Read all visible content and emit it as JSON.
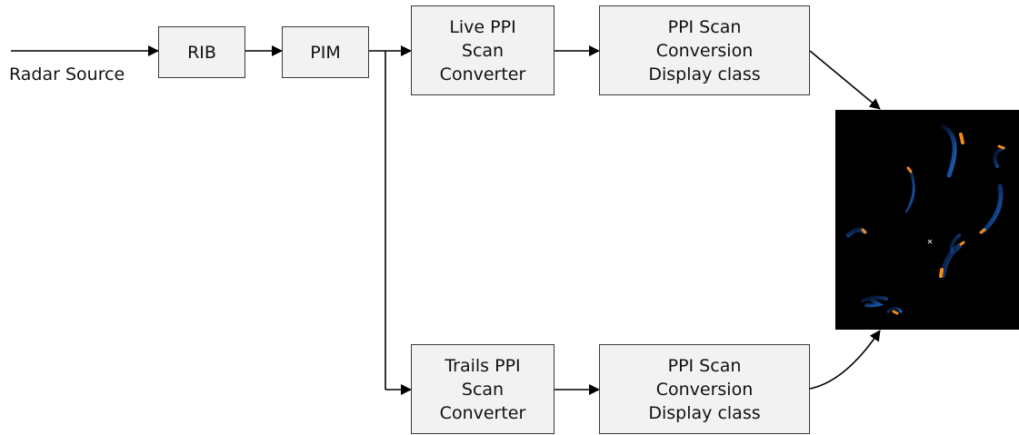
{
  "input": {
    "label": "Radar Source"
  },
  "blocks": {
    "rib": "RIB",
    "pim": "PIM",
    "live_converter": "Live PPI\nScan\nConverter",
    "live_display": "PPI Scan\nConversion\nDisplay class",
    "trails_converter": "Trails PPI\nScan\nConverter",
    "trails_display": "PPI Scan\nConversion\nDisplay class"
  },
  "display": {
    "type": "radar-ppi-image"
  },
  "colors": {
    "box_fill": "#f2f2f2",
    "box_border": "#3a3a3a",
    "line": "#000000",
    "display_bg": "#000000",
    "trail_blue": "#1f6fd1",
    "trail_orange": "#f08a1c"
  }
}
